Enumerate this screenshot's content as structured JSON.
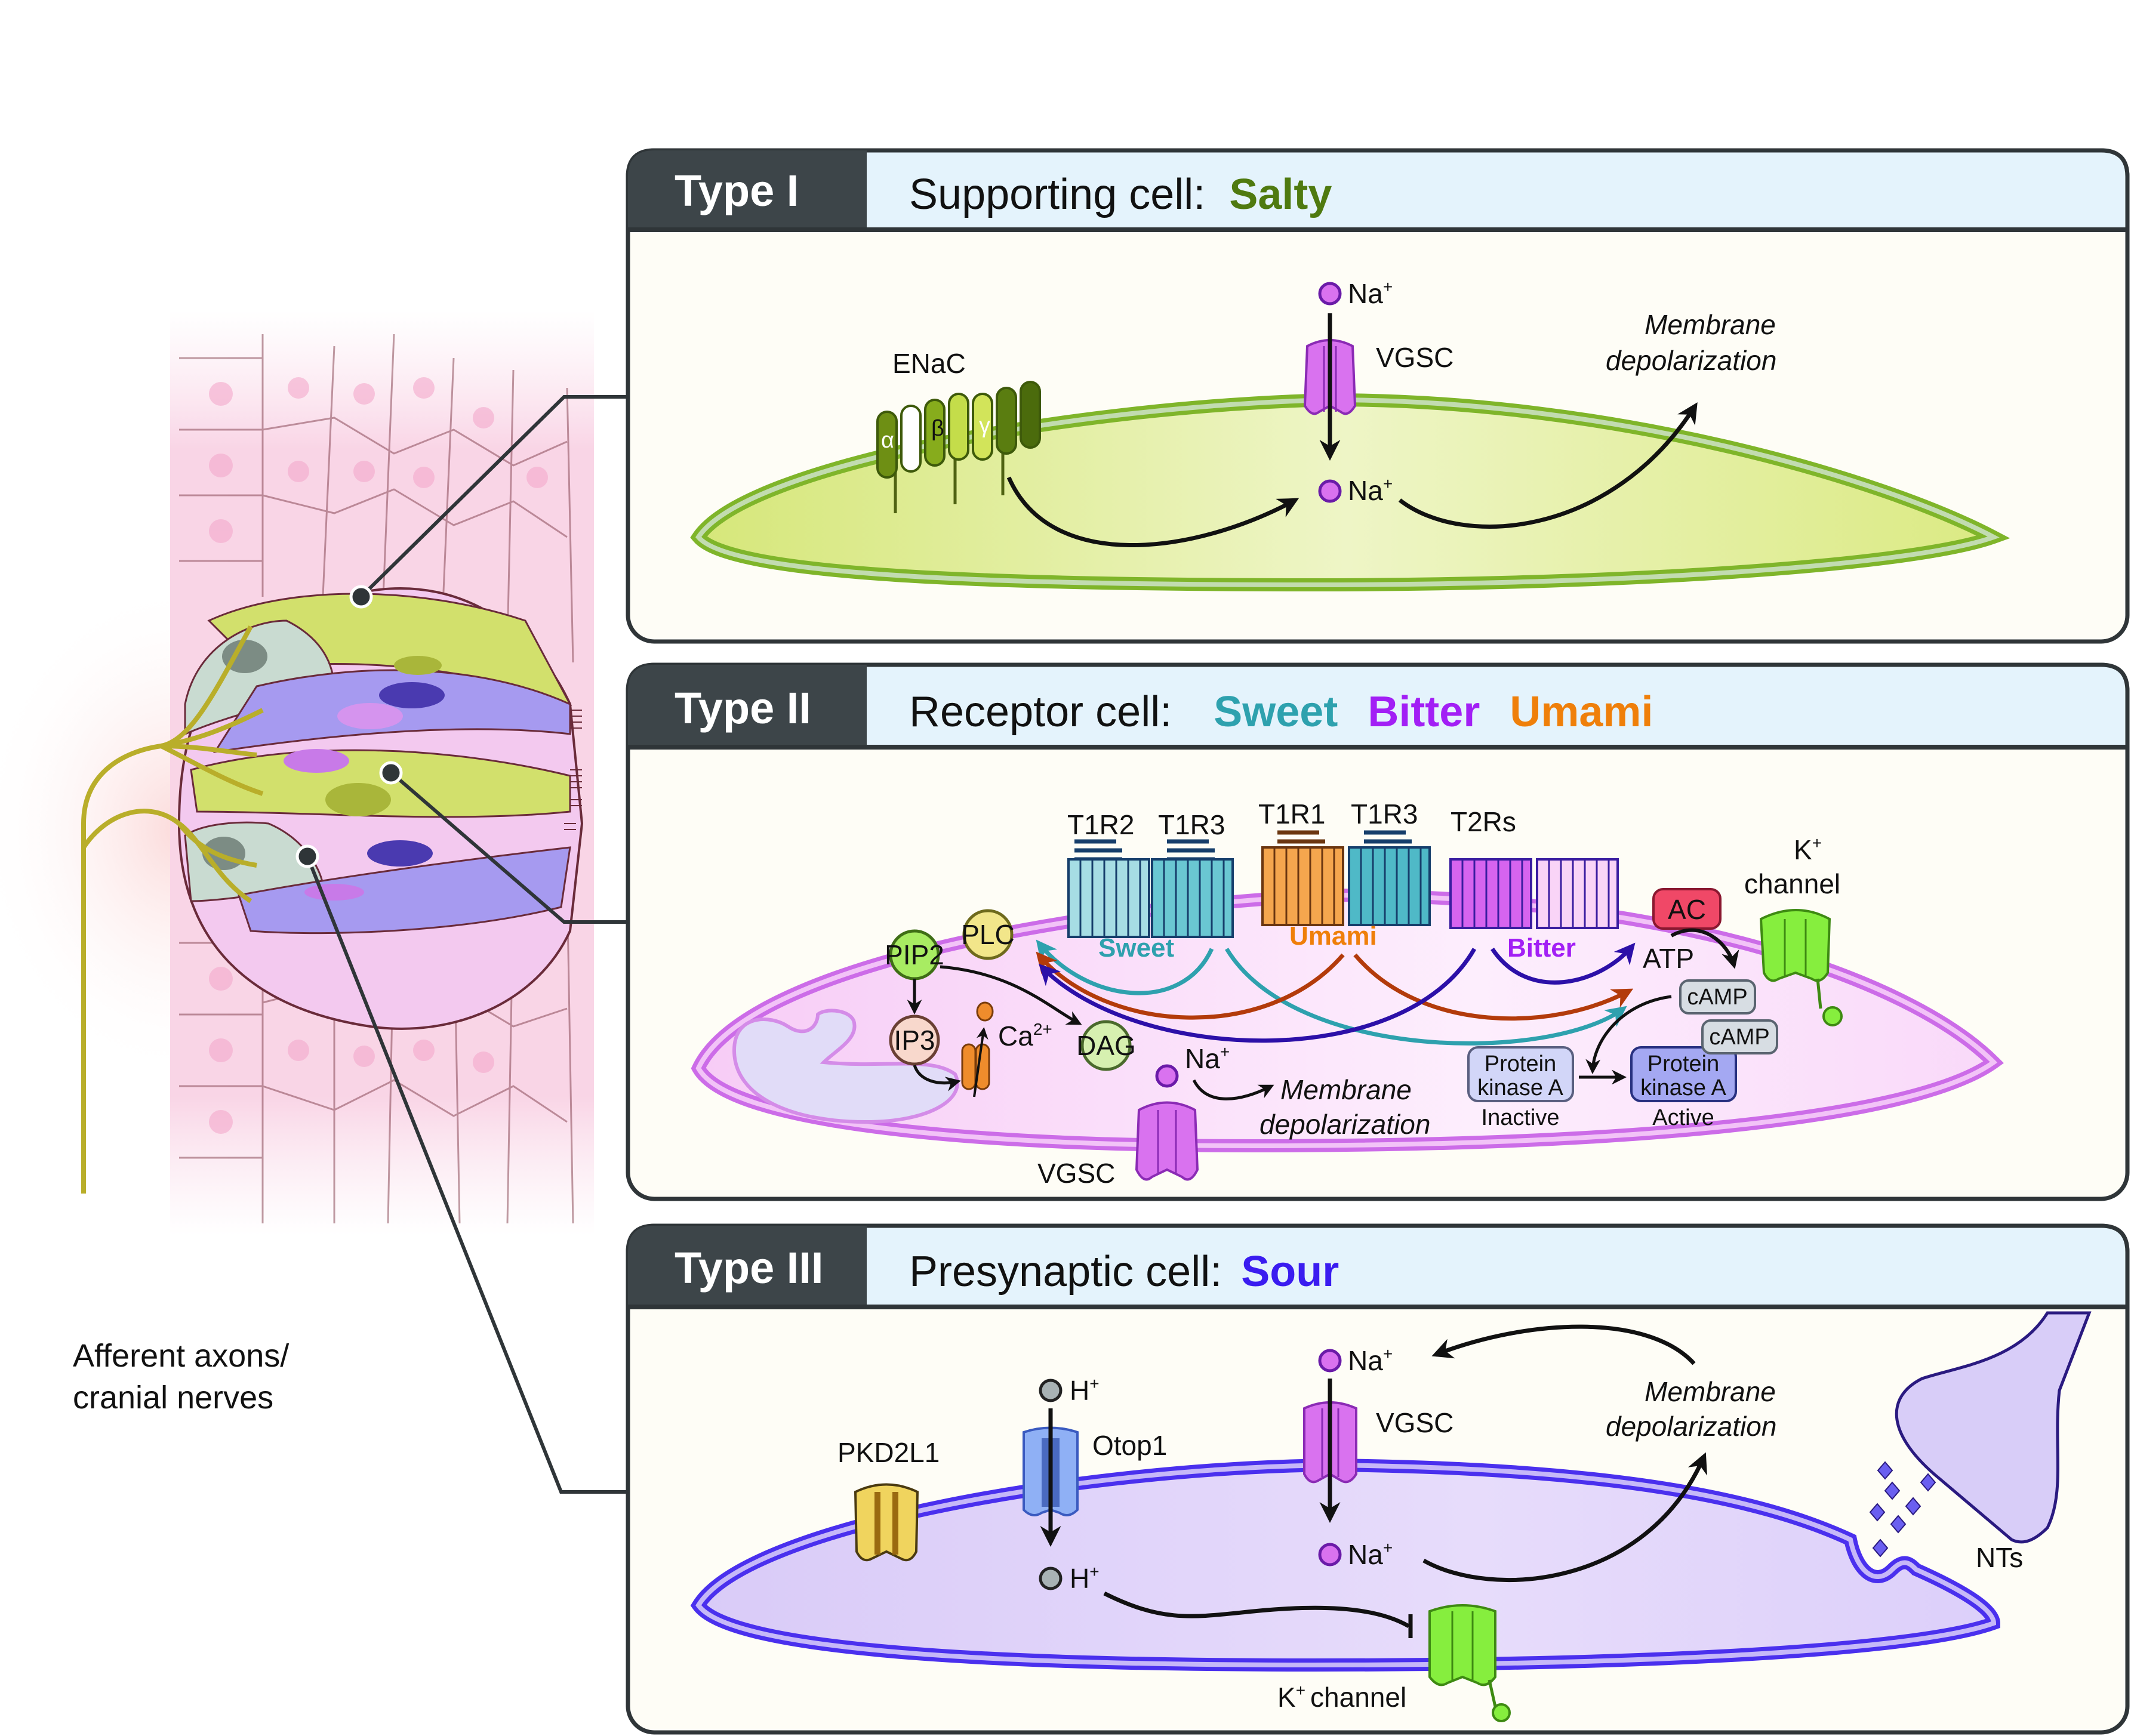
{
  "figure": {
    "side_label": {
      "line1": "Afferent axons/",
      "line2": "cranial nerves"
    }
  },
  "colors": {
    "tab_bg": "#3d4549",
    "header_bg": "#e4f3fc",
    "panel_bg": "#fefdf6",
    "border": "#2f3538",
    "salty": "#4f7a10",
    "sweet": "#2ea1ae",
    "bitter": "#a21ff5",
    "umami": "#ef7f0a",
    "sour": "#3a1cf0",
    "type1_cell": "#e2ee95",
    "type2_cell": "#fbe2fb",
    "type3_cell": "#dccffa"
  },
  "panels": [
    {
      "tab": "Type I",
      "header": "Supporting cell:",
      "tastes": [
        {
          "label": "Salty",
          "color_key": "salty"
        }
      ],
      "labels": {
        "enac": "ENaC",
        "alpha": "α",
        "beta": "β",
        "gamma": "γ",
        "na_out": "Na",
        "na_in": "Na",
        "plus": "+",
        "vgsc": "VGSC",
        "depol_1": "Membrane",
        "depol_2": "depolarization"
      }
    },
    {
      "tab": "Type II",
      "header": "Receptor cell:",
      "tastes": [
        {
          "label": "Sweet",
          "color_key": "sweet"
        },
        {
          "label": "Bitter",
          "color_key": "bitter"
        },
        {
          "label": "Umami",
          "color_key": "umami"
        }
      ],
      "labels": {
        "t1r2": "T1R2",
        "t1r3_a": "T1R3",
        "t1r1": "T1R1",
        "t1r3_b": "T1R3",
        "t2rs": "T2Rs",
        "sweet": "Sweet",
        "umami": "Umami",
        "bitter": "Bitter",
        "plc": "PLC",
        "pip2": "PIP2",
        "ip3": "IP3",
        "ca": "Ca",
        "ca_sup": "2+",
        "dag": "DAG",
        "na": "Na",
        "plus": "+",
        "depol_1": "Membrane",
        "depol_2": "depolarization",
        "vgsc": "VGSC",
        "ac": "AC",
        "atp": "ATP",
        "camp_1": "cAMP",
        "camp_2": "cAMP",
        "pka_inactive_1": "Protein",
        "pka_inactive_2": "kinase A",
        "pka_inactive_state": "Inactive",
        "pka_active_1": "Protein",
        "pka_active_2": "kinase A",
        "pka_active_state": "Active",
        "k_channel_1": "K",
        "k_channel_2": "channel"
      }
    },
    {
      "tab": "Type III",
      "header": "Presynaptic cell:",
      "tastes": [
        {
          "label": "Sour",
          "color_key": "sour"
        }
      ],
      "labels": {
        "pkd2l1": "PKD2L1",
        "h_out": "H",
        "h_in": "H",
        "otop1": "Otop1",
        "na_out": "Na",
        "na_in": "Na",
        "plus": "+",
        "vgsc": "VGSC",
        "depol_1": "Membrane",
        "depol_2": "depolarization",
        "nts": "NTs",
        "k_channel": "channel",
        "k": "K"
      }
    }
  ]
}
